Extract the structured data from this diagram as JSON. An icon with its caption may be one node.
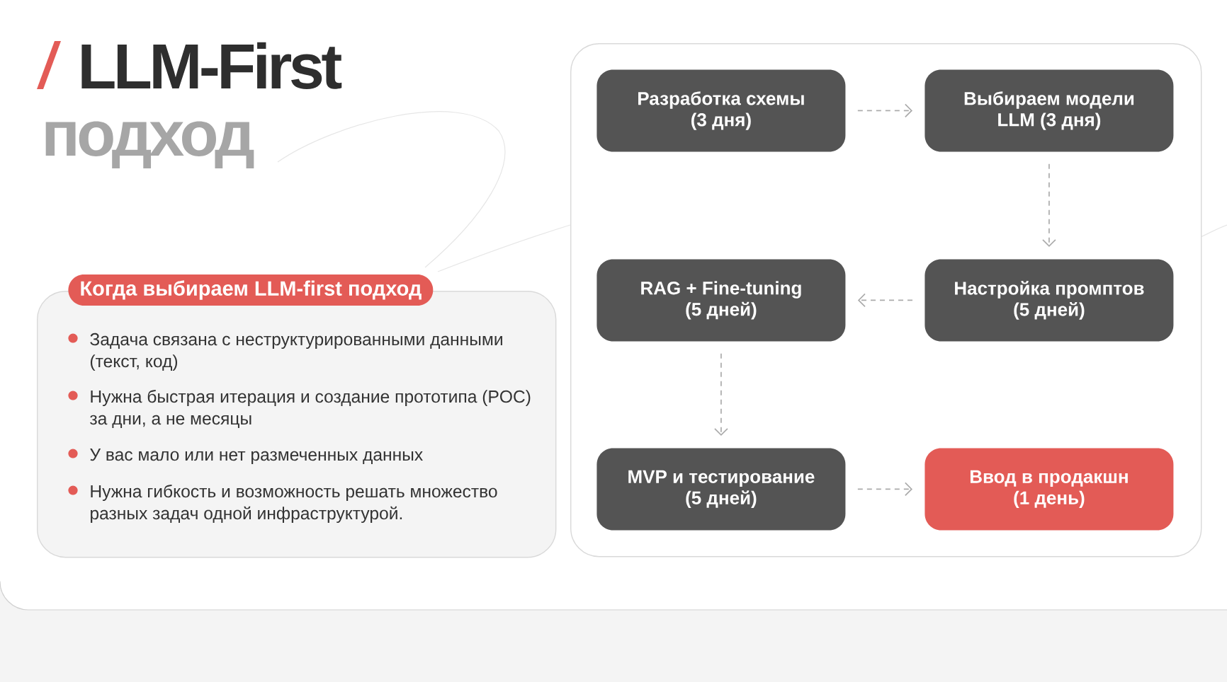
{
  "diagram": {
    "title": "LLM-First",
    "nodes": [
      {
        "text": [
          "Когда выбираем LLM-first подход",
          "Задача связана с неструктурированными данными (текст, код)",
          "Нужна быстрая итерация и создание прототипа (POC) за дни, а не месяцы",
          "У вас мало или нет размеченных данных",
          "Нужна гибкость и возможность решать множество разных задач одной инфраструктурой."
        ]
      },
      {
        "text": [],
        "shape": "box"
      },
      {
        "text": [
          "Разработка схемы (3 дня)"
        ],
        "in": 1
      },
      {
        "text": [
          "Выбираем модели LLM (3 дня)"
        ],
        "in": 1
      },
      {
        "text": [
          "RAG + Fine-tuning (5 дней)"
        ],
        "in": 1
      },
      {
        "text": [
          "Настройка промптов (5 дней)"
        ],
        "in": 1
      },
      {
        "text": [
          "MVP и тестирование (5 дней)"
        ],
        "in": 1
      },
      {
        "text": [
          "Ввод в продакшн (1 день)"
        ],
        "in": 1
      }
    ],
    "edges": [
      {
        "from": 2,
        "to": 3,
        "arrow": "to",
        "style": "dashed"
      },
      {
        "from": 3,
        "to": 5,
        "arrow": "to",
        "style": "dashed"
      },
      {
        "from": 5,
        "to": 4,
        "arrow": "to",
        "style": "dashed"
      },
      {
        "from": 4,
        "to": 6,
        "arrow": "to",
        "style": "dashed"
      },
      {
        "from": 6,
        "to": 7,
        "arrow": "to",
        "style": "dashed"
      }
    ],
    "labels": [
      "подход"
    ]
  }
}
